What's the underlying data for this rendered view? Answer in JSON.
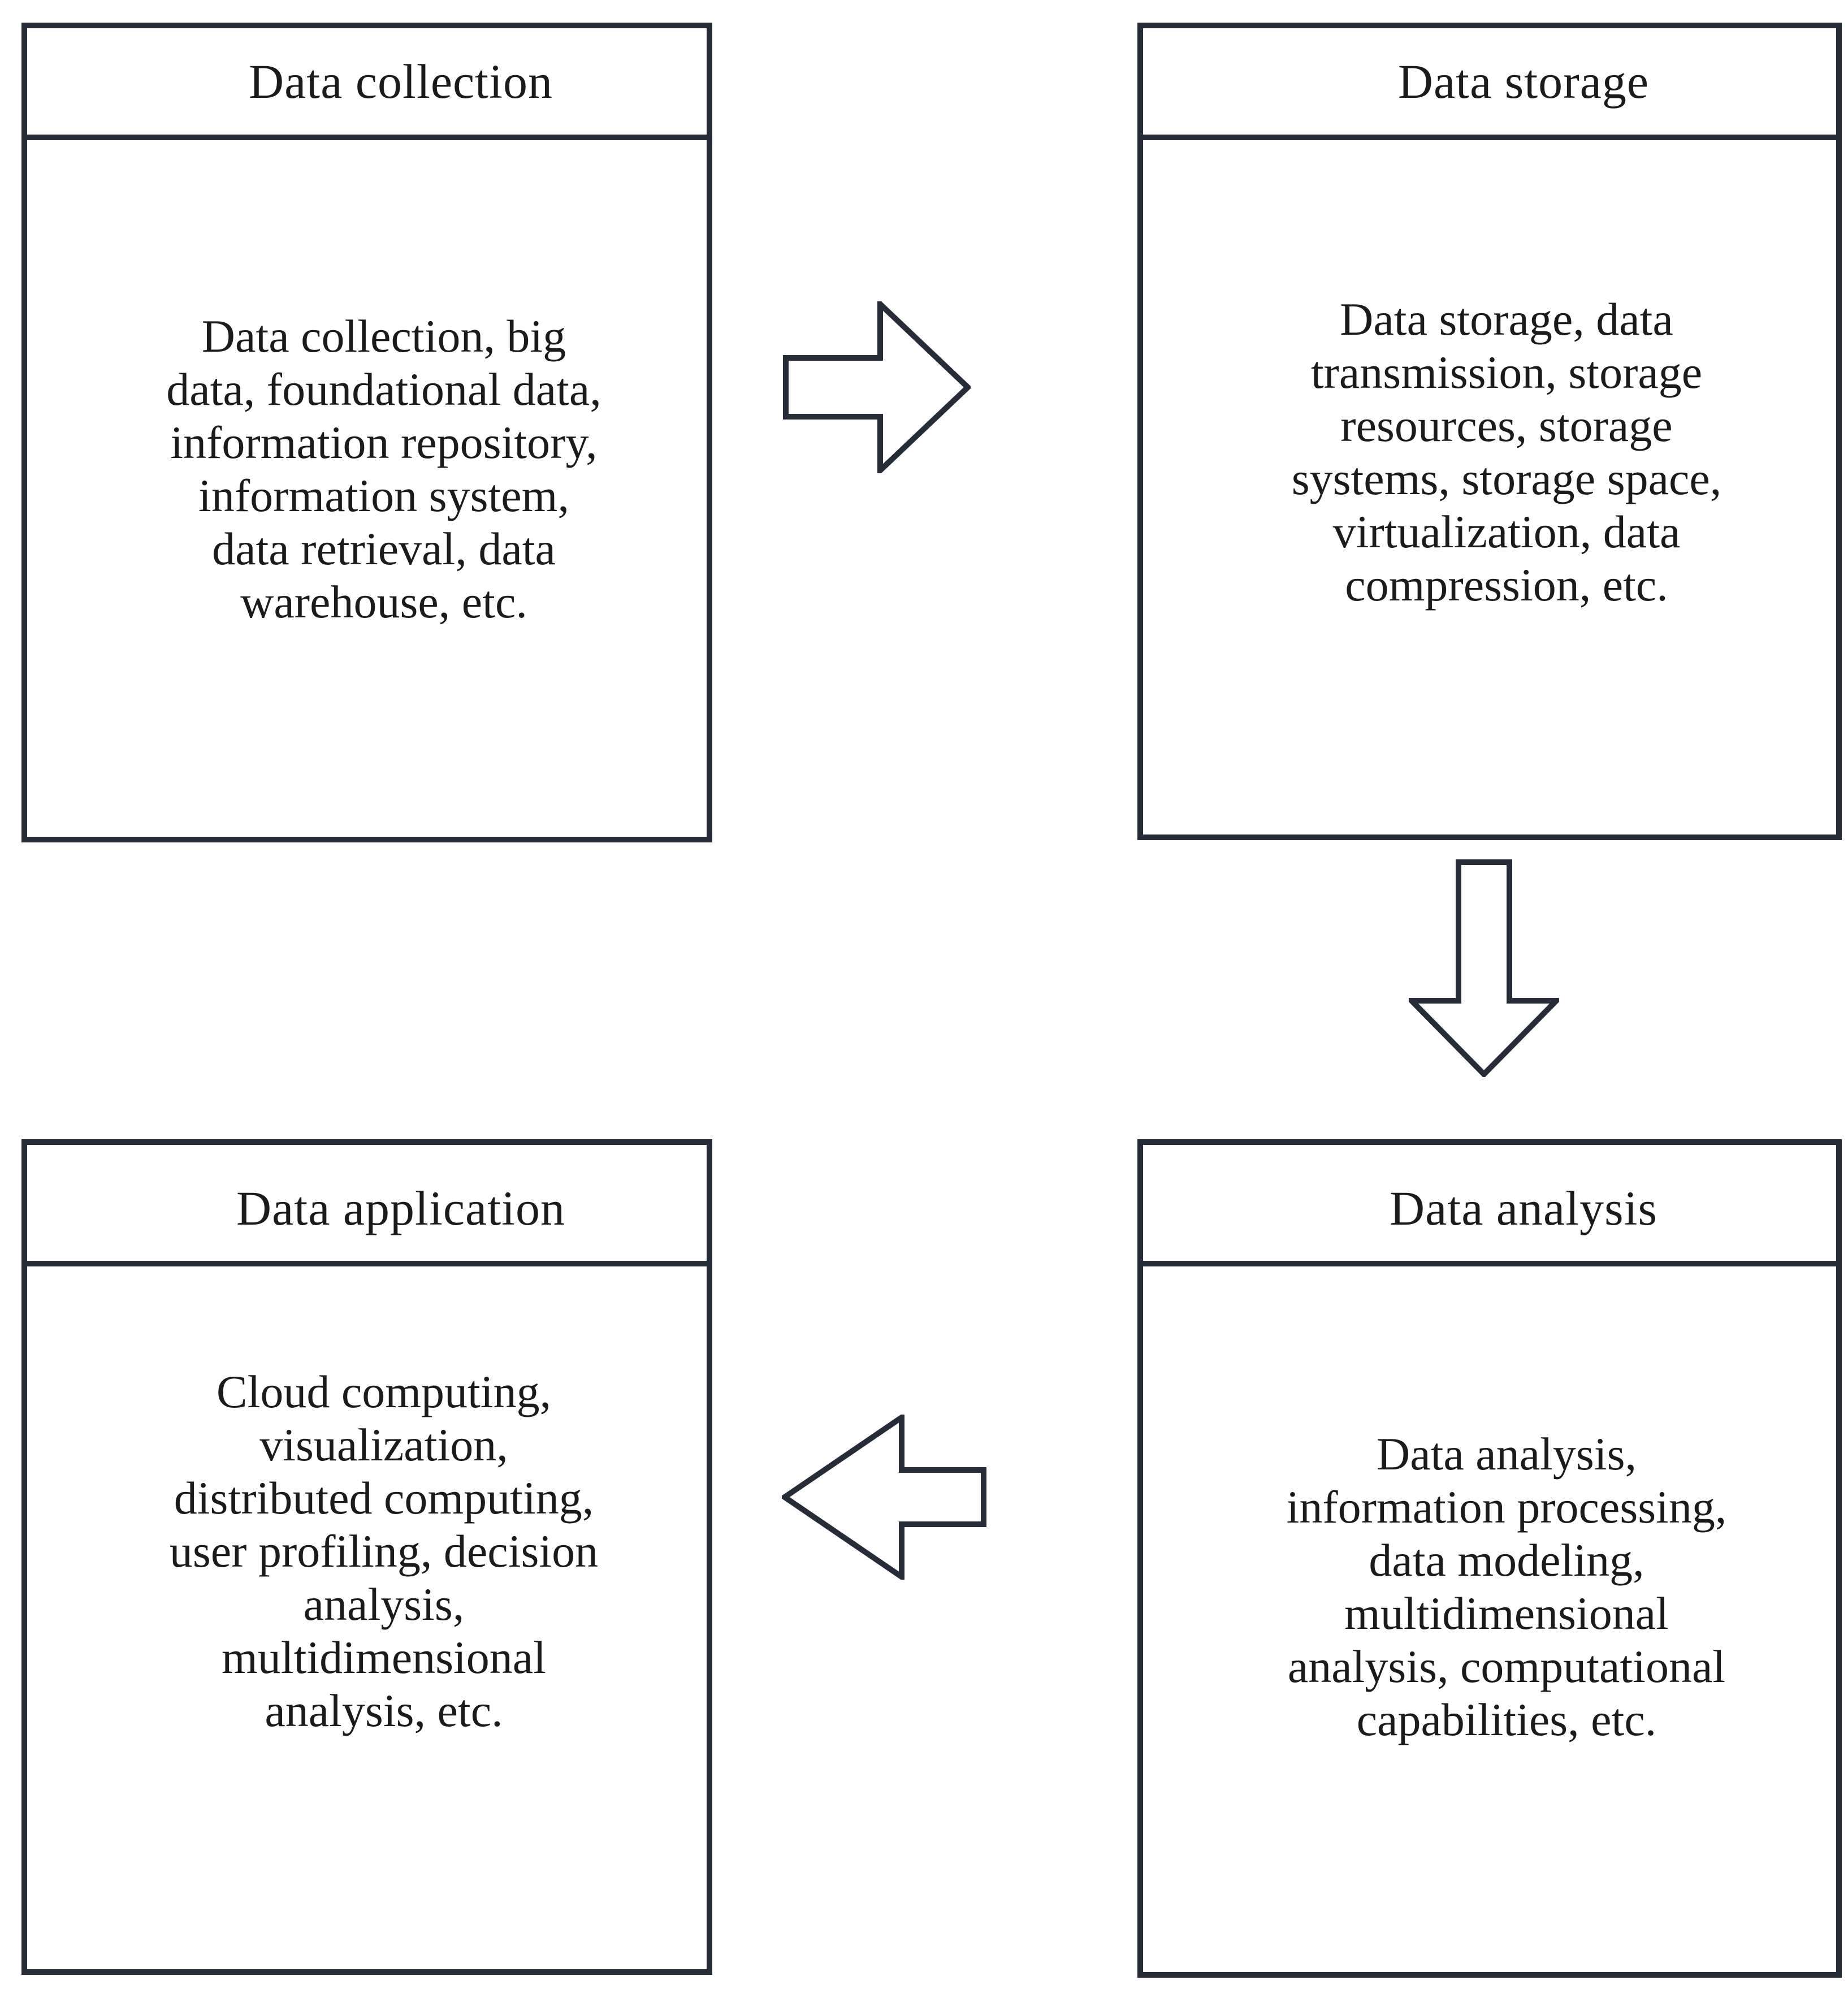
{
  "colors": {
    "box_border": "#262d39",
    "text": "#1b1b1b",
    "background": "#ffffff"
  },
  "boxes": [
    {
      "id": "data-collection",
      "title": "Data collection",
      "body_lines": [
        "Data collection, big",
        "data, foundational data,",
        "information repository,",
        "information system,",
        "data retrieval, data",
        "warehouse, etc."
      ]
    },
    {
      "id": "data-storage",
      "title": "Data storage",
      "body_lines": [
        "Data storage, data",
        "transmission, storage",
        "resources, storage",
        "systems, storage space,",
        "virtualization, data",
        "compression, etc."
      ]
    },
    {
      "id": "data-analysis",
      "title": "Data analysis",
      "body_lines": [
        "Data analysis,",
        "information processing,",
        "data modeling,",
        "multidimensional",
        "analysis, computational",
        "capabilities, etc."
      ]
    },
    {
      "id": "data-application",
      "title": "Data application",
      "body_lines": [
        "Cloud computing,",
        "visualization,",
        "distributed computing,",
        "user profiling, decision",
        "analysis,",
        "multidimensional",
        "analysis, etc."
      ]
    }
  ],
  "arrows": [
    {
      "id": "collection-to-storage",
      "direction": "right"
    },
    {
      "id": "storage-to-analysis",
      "direction": "down"
    },
    {
      "id": "analysis-to-application",
      "direction": "left"
    }
  ]
}
